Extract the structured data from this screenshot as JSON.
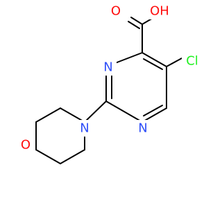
{
  "molecule": {
    "atom_labels": {
      "hydroxyl": "OH",
      "carbonyl_oxygen": "O",
      "chlorine": "Cl",
      "ring_nitrogen_top": "N",
      "ring_nitrogen_bottom": "N",
      "morpholine_nitrogen": "N",
      "morpholine_oxygen": "O"
    },
    "colors": {
      "oxygen": "#ff0d0d",
      "nitrogen": "#3050f8",
      "chlorine": "#1ff01f",
      "bond": "#000000"
    }
  }
}
